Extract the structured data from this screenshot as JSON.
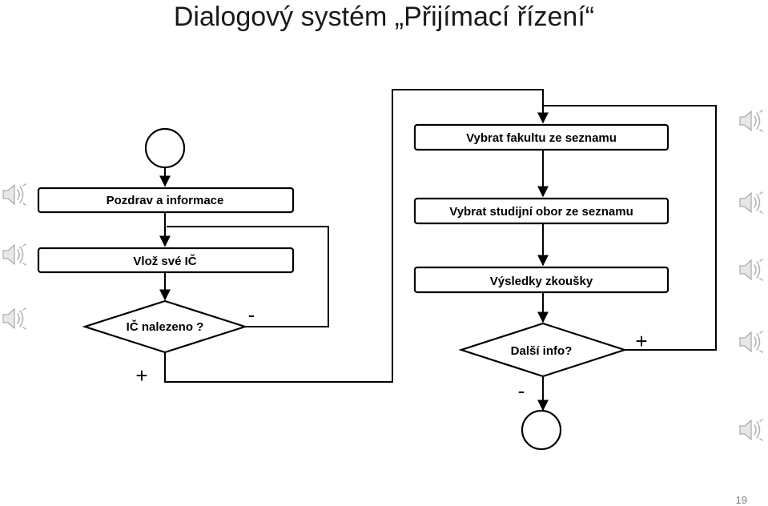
{
  "slide": {
    "title": "Dialogový systém „Přijímací řízení“",
    "page_number": "19"
  },
  "flowchart": {
    "left": {
      "greeting_box": "Pozdrav a informace",
      "enter_id_box": "Vlož své IČ",
      "id_found_decision": "IČ nalezeno ?",
      "no_branch": "-",
      "yes_branch": "+"
    },
    "right": {
      "select_faculty_box": "Vybrat fakultu ze seznamu",
      "select_program_box": "Vybrat studijní obor ze seznamu",
      "exam_results_box": "Výsledky zkoušky",
      "more_info_decision": "Další info?",
      "yes_branch": "+",
      "no_branch": "-"
    }
  },
  "icons": [
    "speaker-icon",
    "speaker-icon",
    "speaker-icon",
    "speaker-icon",
    "speaker-icon",
    "speaker-icon",
    "speaker-icon",
    "speaker-icon",
    "speaker-icon"
  ]
}
